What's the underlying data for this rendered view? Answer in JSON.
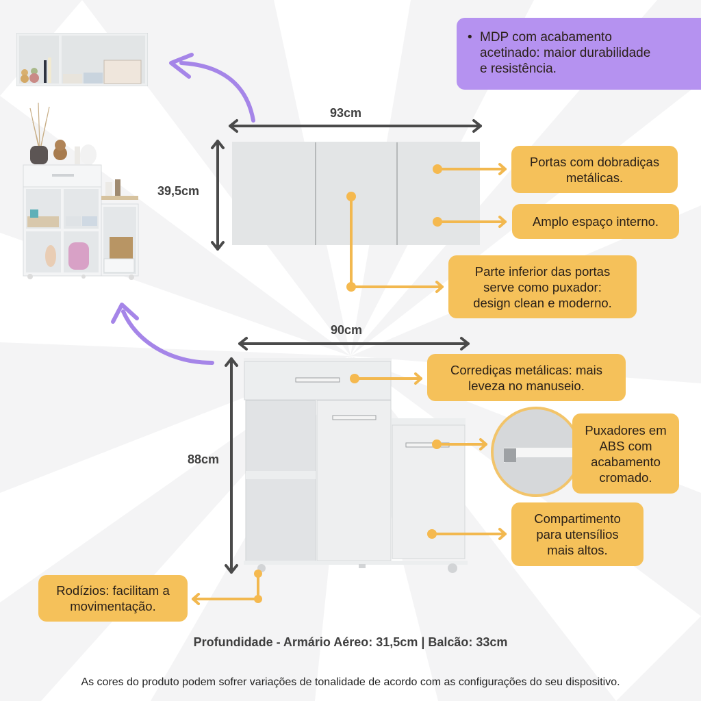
{
  "colors": {
    "callout": "#f5c15a",
    "connector": "#f2b84f",
    "purple": "#b592f0",
    "arrow_purple": "#a585e8",
    "dimension_gray": "#4a4a4a",
    "cabinet_white": "#e3e5e6"
  },
  "feature_box": {
    "bullet": "•",
    "lines": [
      "MDP com acabamento",
      "acetinado: maior durabilidade",
      "e resistência."
    ]
  },
  "wall_cabinet": {
    "width_label": "93cm",
    "height_label": "39,5cm",
    "callouts": [
      {
        "lines": [
          "Portas com dobradiças",
          "metálicas."
        ]
      },
      {
        "lines": [
          "Amplo espaço interno."
        ]
      },
      {
        "lines": [
          "Parte inferior das portas",
          "serve como puxador:",
          "design clean e moderno."
        ]
      }
    ]
  },
  "base_cabinet": {
    "width_label": "90cm",
    "height_label": "88cm",
    "callouts": [
      {
        "lines": [
          "Corrediças metálicas: mais",
          "leveza no manuseio."
        ]
      },
      {
        "lines": [
          "Puxadores em",
          "ABS com",
          "acabamento",
          "cromado."
        ]
      },
      {
        "lines": [
          "Compartimento",
          "para utensílios",
          "mais altos."
        ]
      },
      {
        "lines": [
          "Rodízios: facilitam a",
          "movimentação."
        ]
      }
    ]
  },
  "depth_note": "Profundidade - Armário Aéreo: 31,5cm | Balcão:  33cm",
  "disclaimer": "As cores do produto podem sofrer variações de tonalidade de acordo com as configurações do seu dispositivo.",
  "icons": {
    "bullet": "bullet-icon",
    "curved_arrow": "curved-arrow-icon",
    "dimension_arrow": "double-arrow-icon"
  }
}
